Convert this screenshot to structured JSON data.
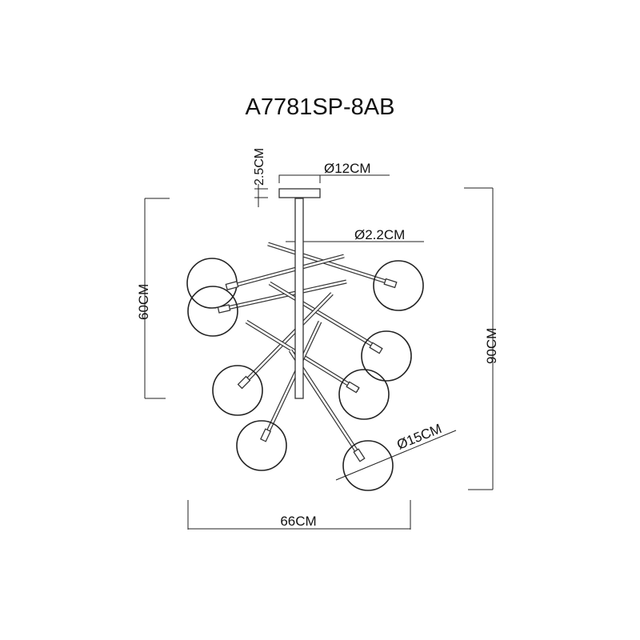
{
  "title": "A7781SP-8AB",
  "dimensions": {
    "canopy_height": "2.5CM",
    "canopy_diameter": "Ø12CM",
    "rod_diameter": "Ø2.2CM",
    "body_height": "60CM",
    "total_height": "90CM",
    "globe_diameter": "Ø15CM",
    "width": "66CM"
  },
  "colors": {
    "line": "#222222",
    "background": "#ffffff"
  }
}
